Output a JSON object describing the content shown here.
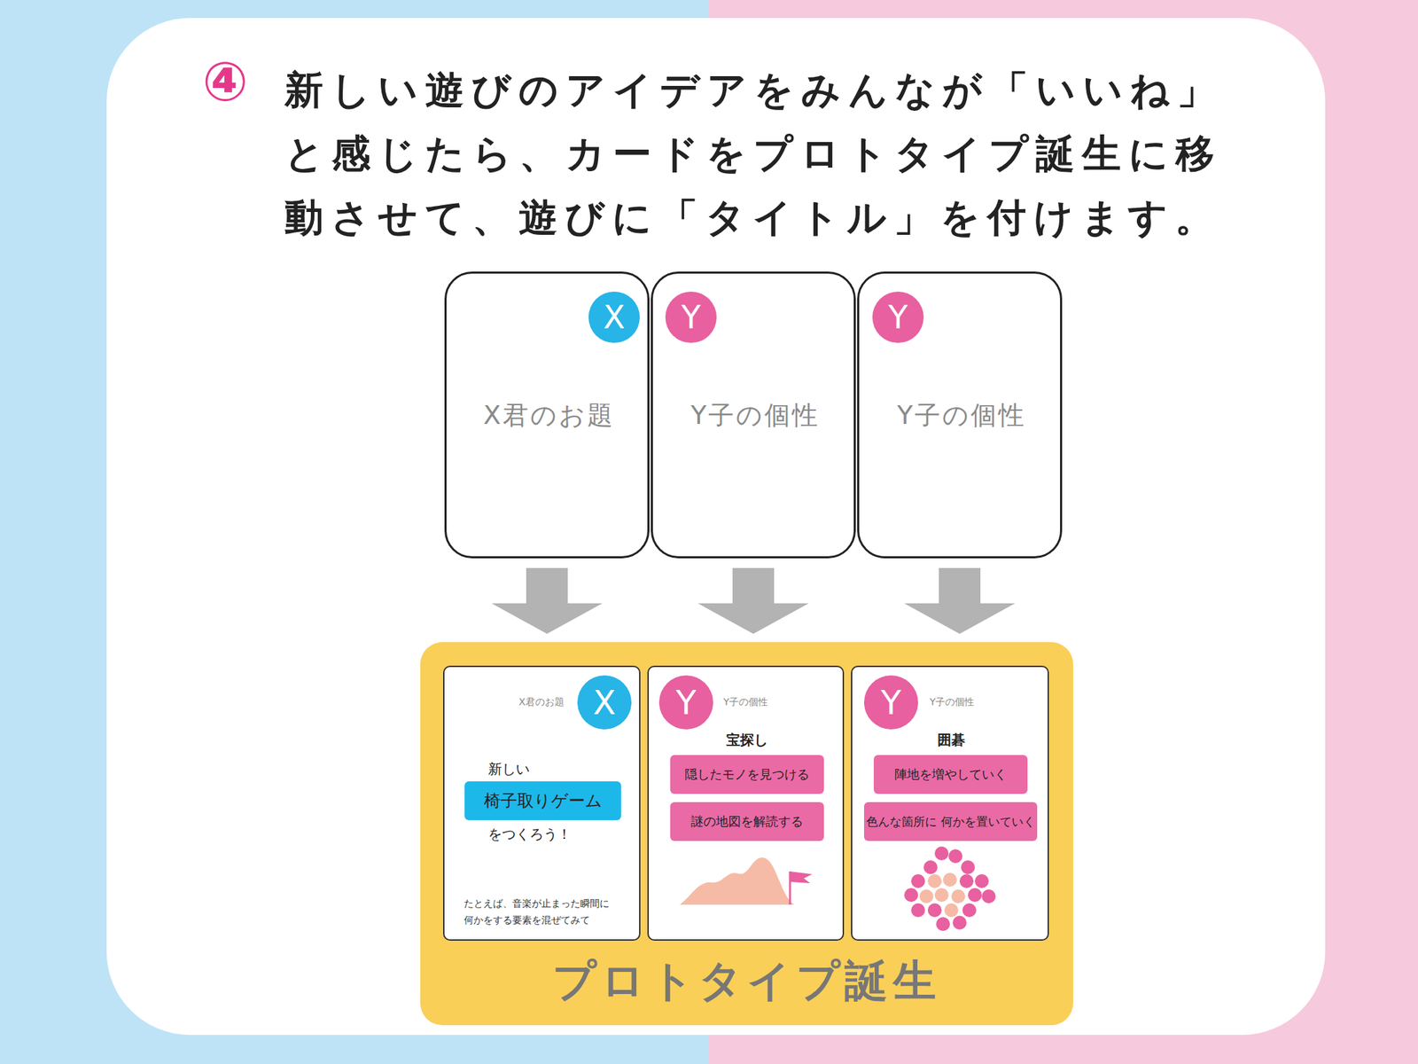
{
  "diagram": {
    "title": "新しい遊びのアイデアをみんなが「いいね」と感じたら、カードをプロトタイプ誕生に移動させて、遊びに「タイトル」を付けます。",
    "nodes": [
      {
        "text": [
          "X君のお題"
        ]
      },
      {
        "text": [
          "X"
        ],
        "in": 0
      },
      {
        "text": [
          "Y子の個性"
        ]
      },
      {
        "text": [
          "Y"
        ],
        "in": 2
      },
      {
        "text": [
          "Y子の個性"
        ]
      },
      {
        "text": [
          "Y"
        ],
        "in": 4
      },
      {
        "text": [
          "プロトタイプ誕生"
        ]
      },
      {
        "text": [
          "X君のお題",
          "新しい",
          "をつくろう！",
          "たとえば、音楽が止まった瞬間に 何かをする要素を混ぜてみて"
        ],
        "in": 6
      },
      {
        "text": [
          "X"
        ],
        "in": 7
      },
      {
        "text": [
          "椅子取りゲーム"
        ],
        "in": 7
      },
      {
        "text": [
          "Y子の個性",
          "宝探し"
        ],
        "in": 6
      },
      {
        "text": [
          "Y"
        ],
        "in": 10
      },
      {
        "text": [
          "隠したモノを見つける"
        ],
        "in": 10
      },
      {
        "text": [
          "謎の地図を解読する"
        ],
        "in": 10
      },
      {
        "text": [
          "Y子の個性",
          "囲碁"
        ],
        "in": 6
      },
      {
        "text": [
          "Y"
        ],
        "in": 14
      },
      {
        "text": [
          "陣地を増やしていく"
        ],
        "in": 14
      },
      {
        "text": [
          "色んな箇所に 何かを置いていく"
        ],
        "in": 14
      }
    ],
    "edges": [
      {
        "from": 0,
        "to": 7,
        "arrow": "to"
      },
      {
        "from": 2,
        "to": 10,
        "arrow": "to"
      },
      {
        "from": 4,
        "to": 14,
        "arrow": "to"
      }
    ],
    "labels": [
      "④"
    ]
  }
}
